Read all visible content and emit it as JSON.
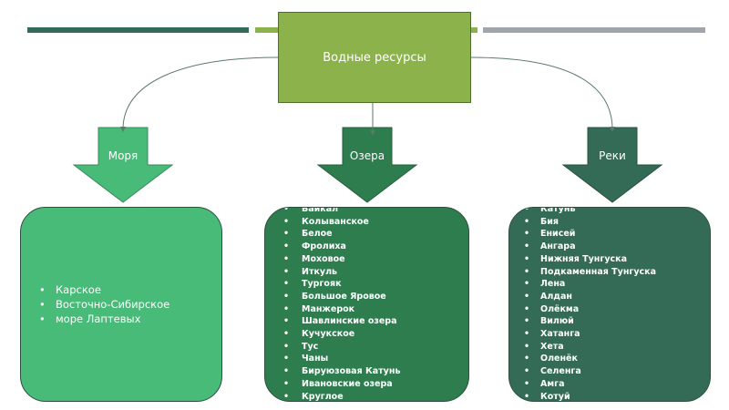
{
  "colors": {
    "bar_dark": "#336b56",
    "bar_light": "#8cb34b",
    "bar_grey": "#a0a5ab",
    "root_fill": "#8cb34b",
    "seas_fill": "#47bb77",
    "lakes_fill": "#2e7d4f",
    "rivers_fill": "#336b56"
  },
  "root": {
    "label": "Водные ресурсы"
  },
  "categories": [
    {
      "label": "Моря",
      "items": [
        "Карское",
        "Восточно-Сибирское",
        "море Лаптевых"
      ]
    },
    {
      "label": "Озера",
      "items": [
        "Байкал",
        "Колыванское",
        "Белое",
        "Фролиха",
        "Моховое",
        "Иткуль",
        "Тургояк",
        "Большое Яровое",
        "Манжерок",
        "Шавлинские озера",
        "Кучукское",
        "Тус",
        "Чаны",
        "Бируюзовая Катунь",
        "Ивановские озера",
        "Круглое"
      ]
    },
    {
      "label": "Реки",
      "items": [
        "Катунь",
        "Бия",
        "Енисей",
        "Ангара",
        "Нижняя Тунгуска",
        "Подкаменная Тунгуска",
        "Лена",
        "Алдан",
        "Олёкма",
        "Вилюй",
        "Хатанга",
        "Хета",
        "Оленёк",
        "Селенга",
        "Амга",
        "Котуй"
      ]
    }
  ]
}
